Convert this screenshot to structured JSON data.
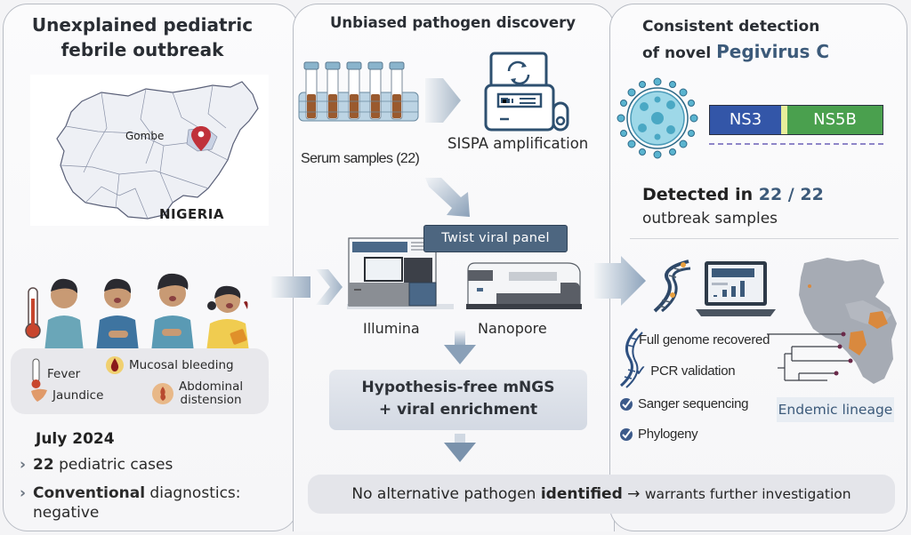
{
  "panels": {
    "outbreak": {
      "title_line1": "Unexplained pediatric",
      "title_line2": "febrile outbreak",
      "map": {
        "country_label": "NIGERIA",
        "location_label": "Gombe",
        "marker_icon": "map-pin-icon"
      },
      "symptoms": [
        {
          "label": "Fever",
          "icon": "thermometer-icon"
        },
        {
          "label": "Mucosal bleeding",
          "icon": "blood-drop-icon"
        },
        {
          "label": "Jaundice",
          "icon": "liver-icon"
        },
        {
          "label_line1": "Abdominal",
          "label_line2": "distension",
          "icon": "abdomen-icon"
        }
      ],
      "date": "July 2024",
      "bullets": [
        {
          "bold": "22",
          "text": " pediatric cases"
        },
        {
          "bold": "Conventional",
          "text": " diagnostics:",
          "text_line2": "negative"
        }
      ]
    },
    "discovery": {
      "title": "Unbiased pathogen discovery",
      "serum_caption": "Serum samples (22)",
      "sispa_caption": "SISPA amplification",
      "twist_tag": "Twist viral panel",
      "sequencers": [
        "Illumina",
        "Nanopore"
      ],
      "method_line1": "Hypothesis-free mNGS",
      "method_line2": "+ viral enrichment"
    },
    "detection": {
      "title_line1": "Consistent detection",
      "title_line2_prefix": "of novel ",
      "virus_name": "Pegivirus C",
      "genes": [
        "NS3",
        "NS5B"
      ],
      "detected_prefix": "Detected in ",
      "detected_count": "22 / 22",
      "detected_sub": "outbreak samples",
      "validation_items": [
        {
          "label": "Full genome recovered",
          "icon": "dna-icon"
        },
        {
          "label": "PCR validation",
          "icon": "checkmark-icon"
        },
        {
          "label": "Sanger sequencing",
          "icon": "check-badge-icon"
        },
        {
          "label": "Phylogeny",
          "icon": "check-badge-icon"
        }
      ],
      "lineage_label": "Endemic lineage"
    }
  },
  "banner": {
    "part1": "No alternative pathogen ",
    "part2_bold": "identified",
    "arrow": " → ",
    "part3": "warrants further investigation"
  },
  "colors": {
    "accent_blue": "#3c5a7a",
    "ns3": "#3356a8",
    "ns5b": "#4aa04e",
    "tag_bg": "#4d6680",
    "highlight_orange": "#d9893e",
    "pin_red": "#c0313a"
  }
}
